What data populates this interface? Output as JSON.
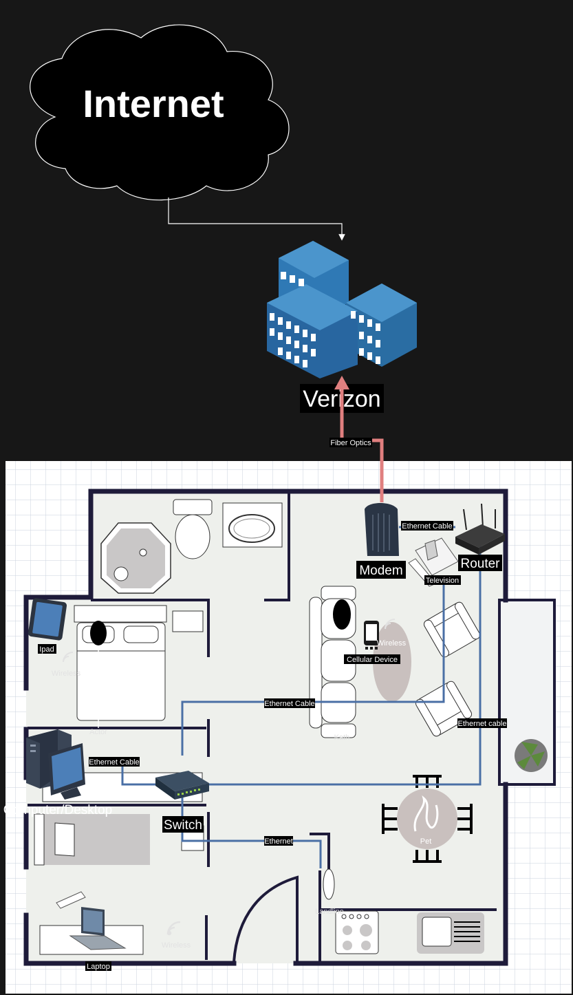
{
  "internet": {
    "label": "Internet"
  },
  "isp": {
    "label": "Verizon"
  },
  "links": {
    "fiber": "Fiber Optics",
    "modem_router": "Ethernet Cable",
    "router_tv": "Ethernet Cable",
    "router_switch": "Ethernet cable",
    "switch_desktop": "Ethernet Cable",
    "switch_lamp": "Ethernet"
  },
  "devices": {
    "modem": "Modem",
    "router": "Router",
    "television": "Television",
    "ipad": "Ipad",
    "cellular": "Cellular Device",
    "desktop": "Computer/Desktop",
    "switch": "Switch",
    "laptop": "Laptop"
  },
  "wireless": {
    "ipad": "Wireless",
    "cellular": "Wireless",
    "laptop": "Wireless"
  },
  "faint_labels": {
    "actor": "Actor",
    "pet": "Pet",
    "person": "Kath",
    "lamp": "Landline"
  },
  "colors": {
    "background": "#171717",
    "fiber": "#e07f7f",
    "ethernet": "#4a6fa5",
    "wall": "#1e1b3a",
    "floor": "#eef0ec",
    "building": "#2b6ea6",
    "grid": "#c8d2dd"
  },
  "icons": [
    "cloud-icon",
    "building-icon",
    "modem-icon",
    "router-icon",
    "television-icon",
    "ipad-icon",
    "phone-icon",
    "desktop-icon",
    "switch-icon",
    "laptop-icon",
    "wireless-icon",
    "pet-icon",
    "plant-icon"
  ]
}
